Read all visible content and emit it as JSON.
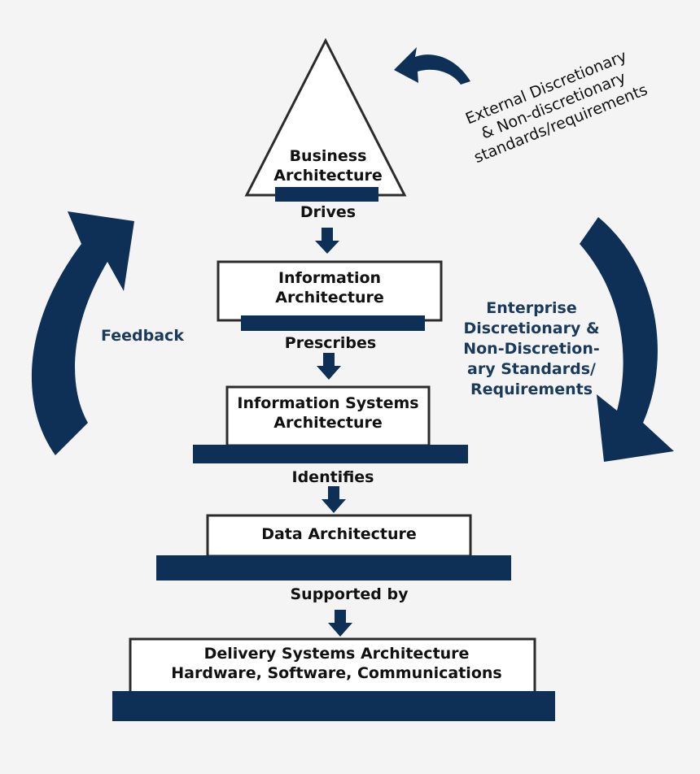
{
  "colors": {
    "navy": "#0e3057",
    "outline": "#2b2b2b",
    "background": "#f4f4f4",
    "text": "#111111",
    "label_blue": "#1a3a5c"
  },
  "layers": {
    "business": "Business\nArchitecture",
    "information": "Information\nArchitecture",
    "info_systems": "Information Systems\nArchitecture",
    "data": "Data Architecture",
    "delivery": "Delivery Systems Architecture\nHardware, Software, Communications"
  },
  "connectors": {
    "drives": "Drives",
    "prescribes": "Prescribes",
    "identifies": "Identifies",
    "supported_by": "Supported by"
  },
  "side_labels": {
    "feedback": "Feedback",
    "enterprise": "Enterprise\nDiscretionary &\nNon-Discretion-\nary Standards/\nRequirements",
    "external": "External Discretionary\n& Non-discretionary\nstandards/requirements"
  }
}
